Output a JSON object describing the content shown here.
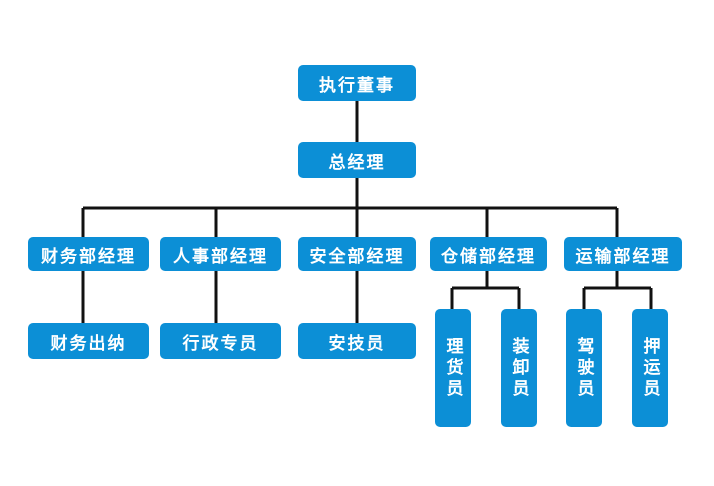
{
  "diagram": {
    "root": "执行董事",
    "general_manager": "总经理",
    "departments": [
      {
        "name": "财务部经理",
        "children": [
          "财务出纳"
        ]
      },
      {
        "name": "人事部经理",
        "children": [
          "行政专员"
        ]
      },
      {
        "name": "安全部经理",
        "children": [
          "安技员"
        ]
      },
      {
        "name": "仓储部经理",
        "children": [
          "理货员",
          "装卸员"
        ]
      },
      {
        "name": "运输部经理",
        "children": [
          "驾驶员",
          "押运员"
        ]
      }
    ]
  },
  "colors": {
    "box": "#0c8fd6",
    "line": "#111111",
    "text": "#ffffff"
  }
}
